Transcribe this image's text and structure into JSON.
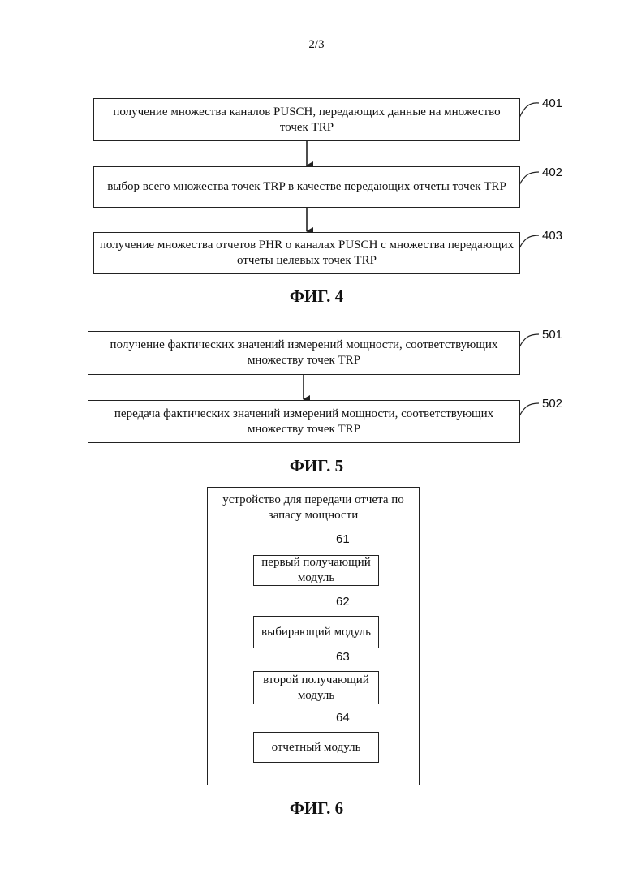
{
  "page_number": "2/3",
  "fig4": {
    "caption": "ФИГ. 4",
    "steps": [
      {
        "ref": "401",
        "text": "получение множества каналов PUSCH, передающих данные на множество точек TRP"
      },
      {
        "ref": "402",
        "text": "выбор всего множества точек TRP в качестве передающих отчеты точек TRP"
      },
      {
        "ref": "403",
        "text": "получение множества отчетов PHR о каналах PUSCH с множества передающих отчеты целевых точек TRP"
      }
    ]
  },
  "fig5": {
    "caption": "ФИГ. 5",
    "steps": [
      {
        "ref": "501",
        "text": "получение фактических значений измерений мощности, соответствующих множеству точек TRP"
      },
      {
        "ref": "502",
        "text": "передача фактических значений измерений мощности, соответствующих множеству точек TRP"
      }
    ]
  },
  "fig6": {
    "caption": "ФИГ. 6",
    "device_title": "устройство для передачи отчета по запасу мощности",
    "modules": [
      {
        "ref": "61",
        "text": "первый получающий модуль"
      },
      {
        "ref": "62",
        "text": "выбирающий модуль"
      },
      {
        "ref": "63",
        "text": "второй получающий модуль"
      },
      {
        "ref": "64",
        "text": "отчетный модуль"
      }
    ]
  }
}
